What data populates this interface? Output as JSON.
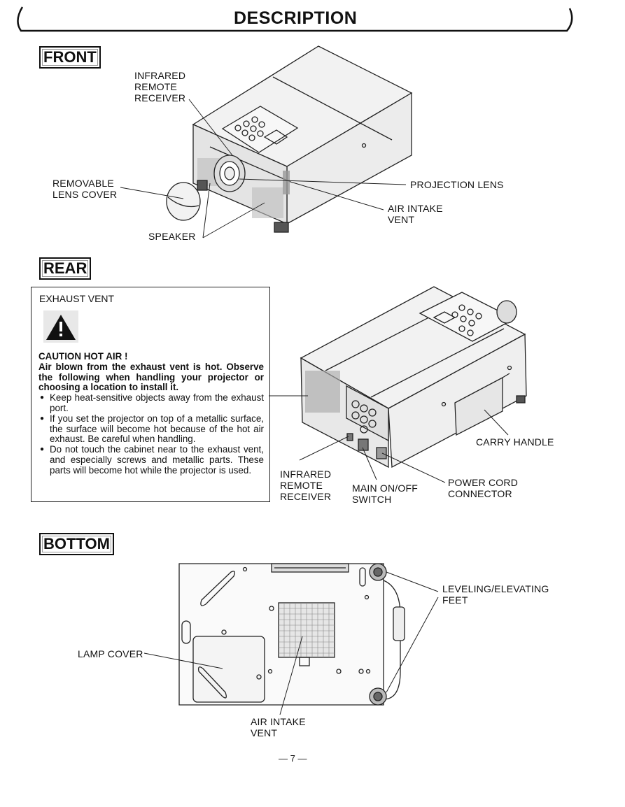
{
  "page": {
    "title": "DESCRIPTION",
    "page_number": "— 7 —"
  },
  "front": {
    "heading": "FRONT",
    "labels": {
      "ir_receiver": "INFRARED\nREMOTE\nRECEIVER",
      "lens_cover": "REMOVABLE\nLENS COVER",
      "speaker": "SPEAKER",
      "projection_lens": "PROJECTION LENS",
      "air_intake": "AIR INTAKE\nVENT"
    }
  },
  "rear": {
    "heading": "REAR",
    "caution_box": {
      "label": "EXHAUST VENT",
      "caution_title": "CAUTION HOT AIR !",
      "caution_text": "Air blown from the exhaust vent is hot. Observe the following when handling your projector or choosing a location to install it.",
      "bullets": [
        "Keep heat-sensitive objects away from the exhaust port.",
        "If you set the projector on top of a metallic surface, the surface will become hot because of the hot air exhaust. Be careful when handling.",
        "Do not touch the cabinet near to the exhaust vent, and especially screws and metallic parts. These parts will become hot while the projector is used."
      ]
    },
    "labels": {
      "carry_handle": "CARRY HANDLE",
      "ir_receiver": "INFRARED\nREMOTE\nRECEIVER",
      "main_switch": "MAIN ON/OFF\nSWITCH",
      "power_cord": "POWER CORD\nCONNECTOR"
    }
  },
  "bottom": {
    "heading": "BOTTOM",
    "labels": {
      "leveling_feet": "LEVELING/ELEVATING\nFEET",
      "lamp_cover": "LAMP COVER",
      "air_intake": "AIR INTAKE\nVENT"
    }
  }
}
